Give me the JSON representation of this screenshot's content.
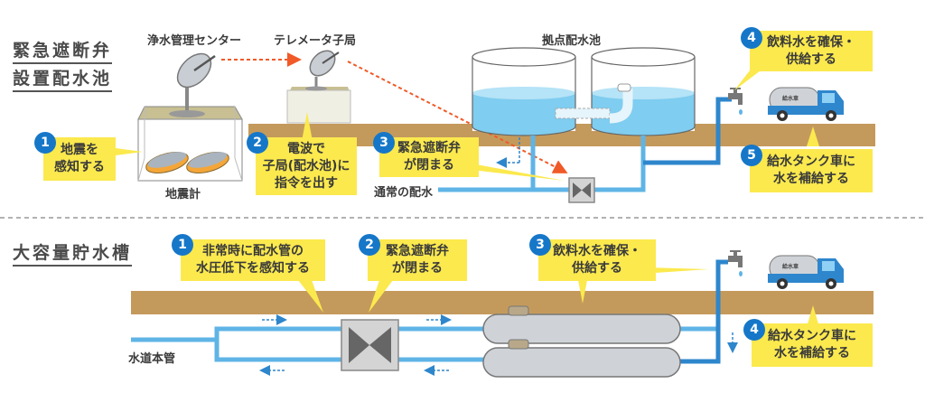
{
  "colors": {
    "ground": "#c49a5c",
    "water": "#7fcdf0",
    "pipe": "#5fb4e6",
    "pipe_dark": "#2e86cc",
    "callout": "#fbe94e",
    "badge": "#1677c9",
    "signal": "#f05a28"
  },
  "section1": {
    "title_line1": "緊急遮断弁",
    "title_line2": "設置配水池",
    "labels": {
      "center": "浄水管理センター",
      "telemeter": "テレメータ子局",
      "reservoir": "拠点配水池",
      "seismometer": "地震計",
      "normal_flow": "通常の配水"
    },
    "steps": [
      {
        "num": "1",
        "text": "地震を\n感知する"
      },
      {
        "num": "2",
        "text": "電波で\n子局(配水池)に\n指令を出す"
      },
      {
        "num": "3",
        "text": "緊急遮断弁\nが閉まる"
      },
      {
        "num": "4",
        "text": "飲料水を確保・\n供給する"
      },
      {
        "num": "5",
        "text": "給水タンク車に\n水を補給する"
      }
    ],
    "truck_text": "給水車"
  },
  "section2": {
    "title": "大容量貯水槽",
    "labels": {
      "main_pipe": "水道本管"
    },
    "steps": [
      {
        "num": "1",
        "text": "非常時に配水管の\n水圧低下を感知する"
      },
      {
        "num": "2",
        "text": "緊急遮断弁\nが閉まる"
      },
      {
        "num": "3",
        "text": "飲料水を確保・\n供給する"
      },
      {
        "num": "4",
        "text": "給水タンク車に\n水を補給する"
      }
    ],
    "truck_text": "給水車"
  }
}
